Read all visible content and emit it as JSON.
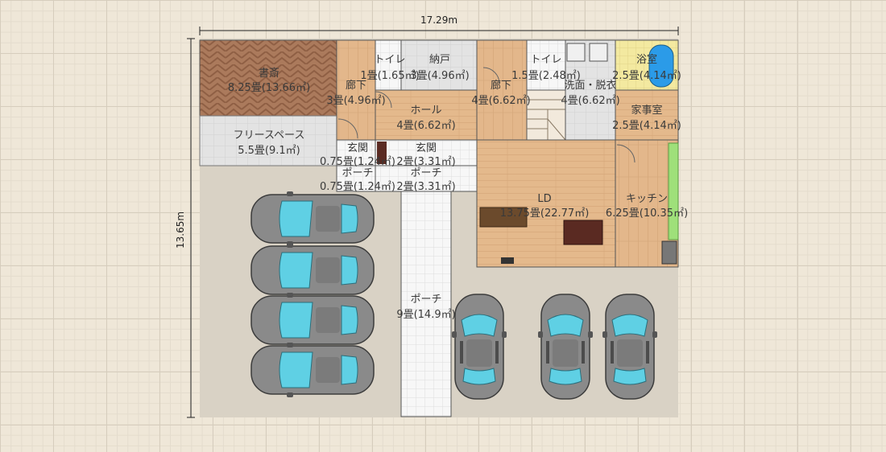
{
  "dimensions": {
    "width": "17.29m",
    "height": "13.65m"
  },
  "rooms": [
    {
      "name": "書斎",
      "area": "8.25畳(13.66㎡)"
    },
    {
      "name": "フリースペース",
      "area": "5.5畳(9.1㎡)"
    },
    {
      "name": "トイレ",
      "area": "1畳(1.65㎡)"
    },
    {
      "name": "納戸",
      "area": "3畳(4.96㎡)"
    },
    {
      "name": "廊下",
      "area": "3畳(4.96㎡)"
    },
    {
      "name": "ホール",
      "area": "4畳(6.62㎡)"
    },
    {
      "name": "廊下",
      "area": "4畳(6.62㎡)"
    },
    {
      "name": "トイレ",
      "area": "1.5畳(2.48㎡)"
    },
    {
      "name": "洗面・脱衣",
      "area": "4畳(6.62㎡)"
    },
    {
      "name": "浴室",
      "area": "2.5畳(4.14㎡)"
    },
    {
      "name": "家事室",
      "area": "2.5畳(4.14㎡)"
    },
    {
      "name": "玄関",
      "area": "0.75畳(1.24㎡)"
    },
    {
      "name": "玄関",
      "area": "2畳(3.31㎡)"
    },
    {
      "name": "ポーチ",
      "area": "0.75畳(1.24㎡)"
    },
    {
      "name": "ポーチ",
      "area": "2畳(3.31㎡)"
    },
    {
      "name": "LD",
      "area": "13.75畳(22.77㎡)"
    },
    {
      "name": "キッチン",
      "area": "6.25畳(10.35㎡)"
    },
    {
      "name": "ポーチ",
      "area": "9畳(14.9㎡)"
    }
  ],
  "cars": {
    "count": 7
  },
  "colors": {
    "wood_dark": "#a8775a",
    "wood_light": "#e2b98e",
    "tile_grey": "#e2e2e2",
    "white_tile": "#f7f7f7",
    "bath_yellow": "#f3e9a0",
    "bath_tub": "#2b9be8",
    "car_body": "#8a8a8a",
    "car_glass": "#5fd0e4",
    "lot": "#d9d2c5"
  }
}
